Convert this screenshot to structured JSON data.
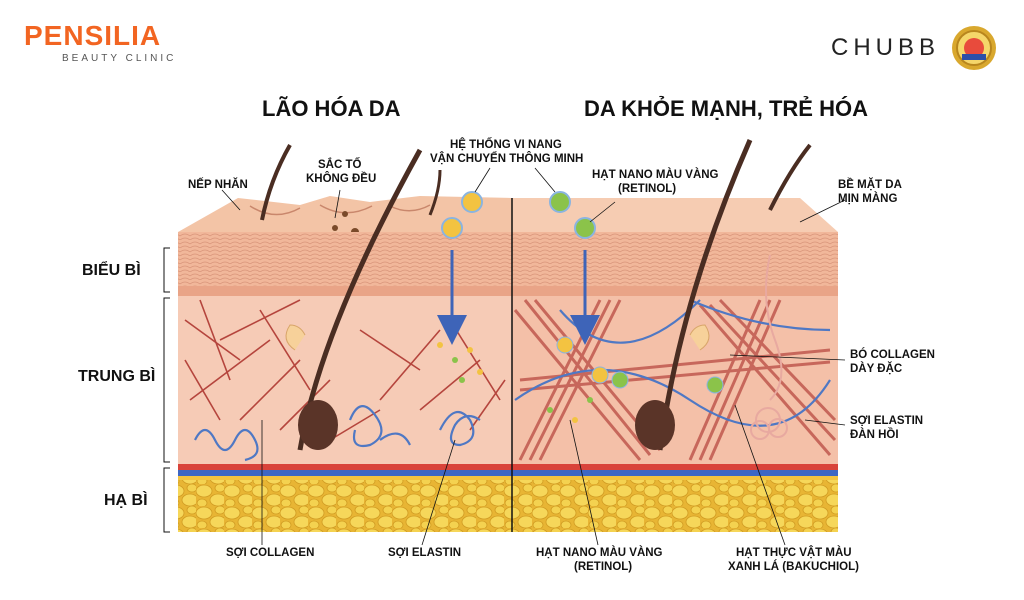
{
  "brand": {
    "name": "PENSILIA",
    "sub": "BEAUTY CLINIC"
  },
  "partner": {
    "name": "CHUBB"
  },
  "titles": {
    "left": "LÃO HÓA DA",
    "right": "DA KHỎE MẠNH, TRẺ HÓA"
  },
  "layers": {
    "epidermis": "BIỂU BÌ",
    "dermis": "TRUNG BÌ",
    "hypodermis": "HẠ BÌ"
  },
  "labels": {
    "wrinkle": "NẾP NHĂN",
    "pigment_1": "SẮC TỐ",
    "pigment_2": "KHÔNG ĐỀU",
    "system_1": "HỆ THỐNG VI NANG",
    "system_2": "VẬN CHUYỂN THÔNG MINH",
    "nano_top_1": "HẠT NANO MÀU VÀNG",
    "nano_top_2": "(RETINOL)",
    "surface_1": "BỀ MẶT DA",
    "surface_2": "MỊN MÀNG",
    "bundle_1": "BÓ COLLAGEN",
    "bundle_2": "DÀY ĐẶC",
    "elastin_r_1": "SỢI ELASTIN",
    "elastin_r_2": "ĐÀN HỒI",
    "collagen": "SỢI COLLAGEN",
    "elastin": "SỢI ELASTIN",
    "nano_bot_1": "HẠT NANO MÀU VÀNG",
    "nano_bot_2": "(RETINOL)",
    "plant_1": "HẠT THỰC VẬT MÀU",
    "plant_2": "XANH LÁ (BAKUCHIOL)"
  },
  "colors": {
    "brand": "#f26522",
    "skin_surface": "#f3c4a6",
    "epidermis": "#f1b79a",
    "dermis": "#f6cbb6",
    "fat": "#f3cf4a",
    "collagen": "#b5453d",
    "elastin": "#4f78c4",
    "arrow": "#3e64b8",
    "nano_gold": "#f3c341",
    "nano_green": "#8bc34a"
  },
  "icons": {
    "seal": "award-seal-icon",
    "brand_mark": "plus-icon"
  }
}
